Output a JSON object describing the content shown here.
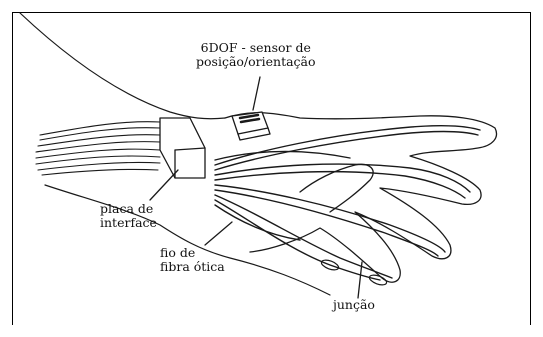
{
  "labels": {
    "sensor": {
      "line1": "6DOF - sensor de",
      "line2": "posição/orientação"
    },
    "interface": {
      "line1": "placa de",
      "line2": "interface"
    },
    "fiber": {
      "line1": "fio de",
      "line2": "fibra ótica"
    },
    "junction": {
      "line1": "junção"
    }
  },
  "colors": {
    "ink": "#1a1a1a",
    "paper": "#ffffff"
  }
}
